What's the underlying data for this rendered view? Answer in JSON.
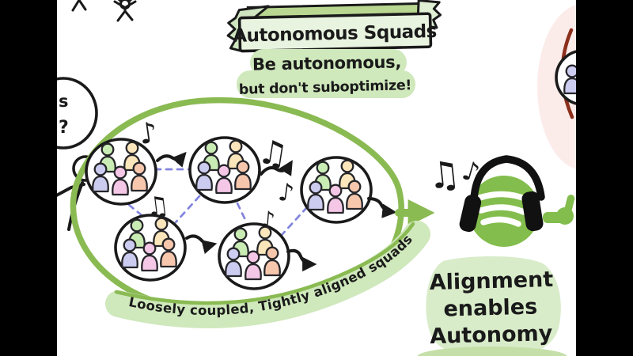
{
  "banner": {
    "title": "Autonomous Squads"
  },
  "motto": {
    "line1": "Be autonomous,",
    "line2": "but don't suboptimize!"
  },
  "band": {
    "caption": "Loosely coupled, Tightly aligned squads"
  },
  "alignment": {
    "line1": "Alignment",
    "line2": "enables",
    "line3": "Autonomy"
  },
  "bubble": {
    "char1": "s",
    "char2": "?"
  },
  "icons": {
    "single_note": "♪",
    "beamed_notes": "♫",
    "spotify_logo": "spotify-logo",
    "headphones": "headphones",
    "thumbs_up": "thumbs-up"
  },
  "squads": {
    "count": 5,
    "members_per_squad": 5
  },
  "colors": {
    "blob_outline_green": "#8aba52",
    "highlight_green": "#cfe8bc",
    "banner_fill": "#e9f4e0",
    "spotify_green": "#83bd4d",
    "note_indigo": "#3d3fc4",
    "dash_purple": "#8184dd",
    "ink": "#1a1a1a",
    "member_green": "#c9ecb4",
    "member_peach": "#fbe6bb",
    "member_lavender": "#ccccf0",
    "member_pink": "#f5c7e7",
    "member_salmon": "#f7c7ad",
    "accent_dark_red": "#8c2f1b",
    "side_bars": "#000000"
  }
}
